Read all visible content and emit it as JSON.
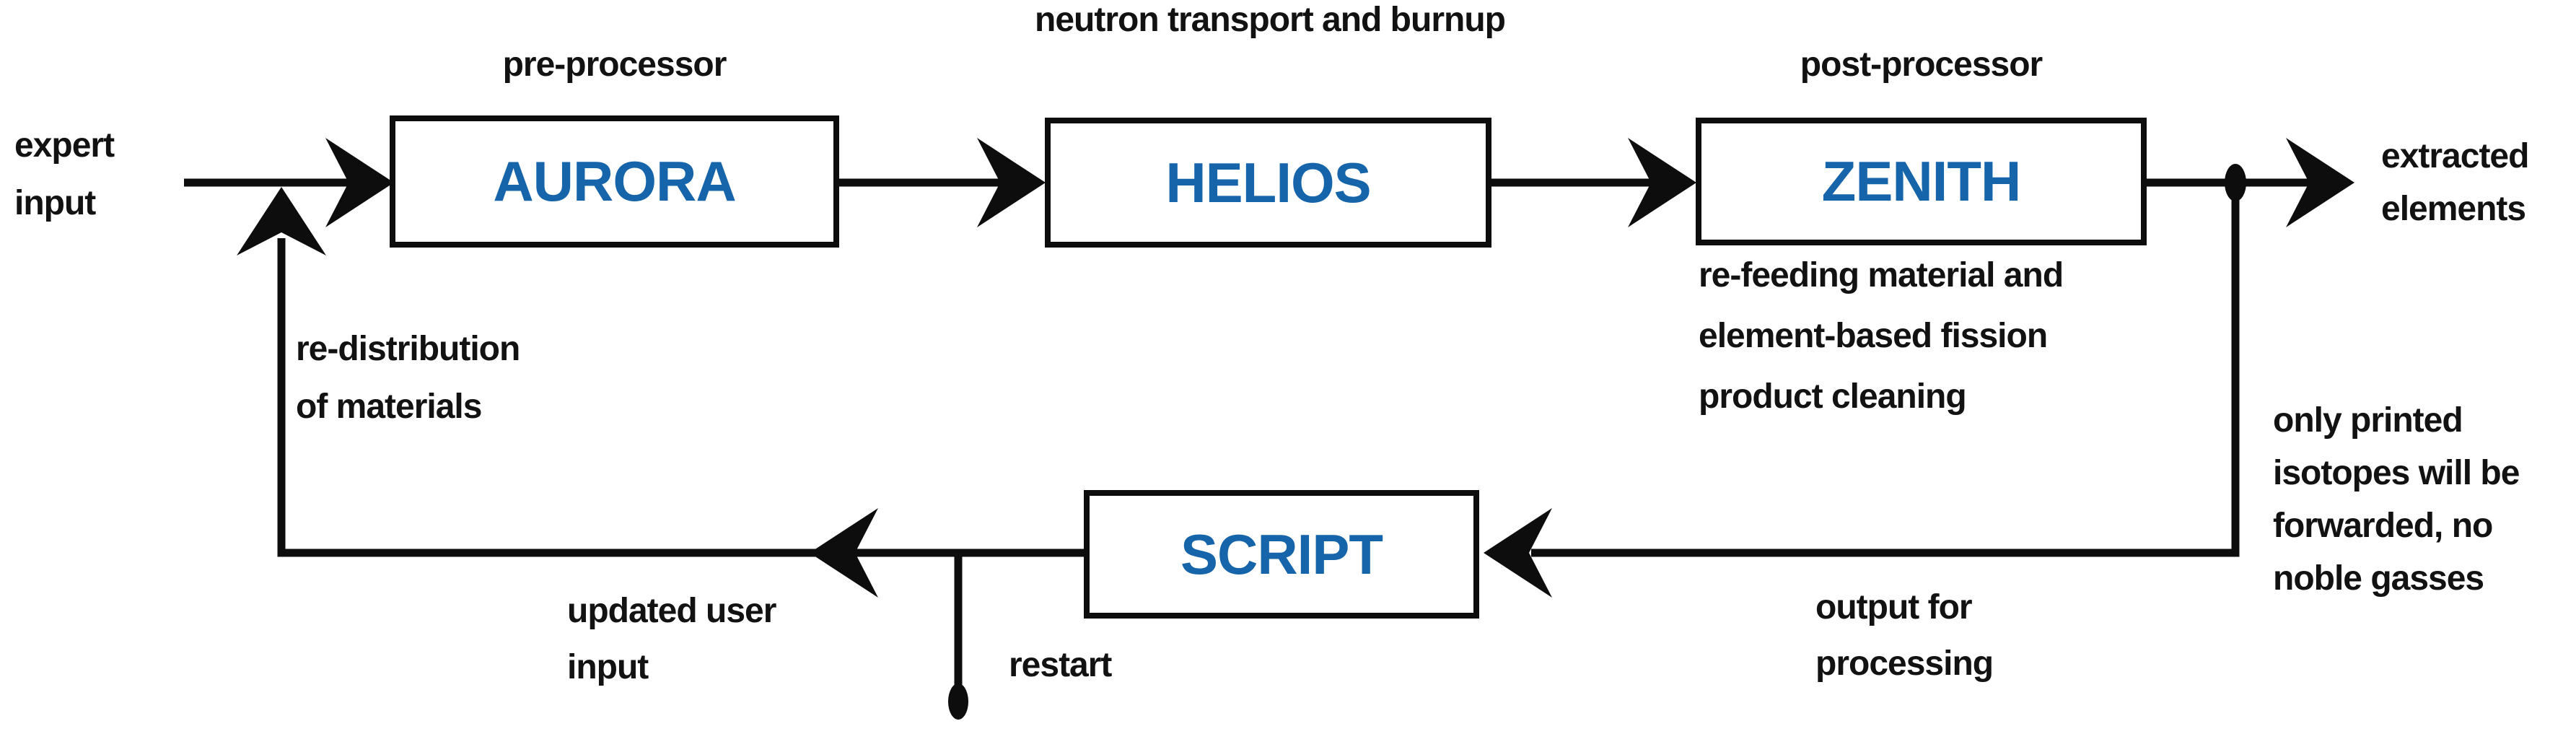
{
  "colors": {
    "accent_blue": "#1664aa",
    "line_black": "#0d0d0d"
  },
  "nodes": {
    "aurora": {
      "label": "AURORA",
      "caption": "pre-processor"
    },
    "helios": {
      "label": "HELIOS",
      "caption": "neutron transport and burnup"
    },
    "zenith": {
      "label": "ZENITH",
      "caption": "post-processor"
    },
    "script": {
      "label": "SCRIPT"
    }
  },
  "annotations": {
    "expert_input": [
      "expert",
      "input"
    ],
    "extracted_elements": [
      "extracted",
      "elements"
    ],
    "zenith_note": [
      "re-feeding material and",
      "element-based fission",
      "product cleaning"
    ],
    "forward_note": [
      "only printed",
      "isotopes will be",
      "forwarded, no",
      "noble gasses"
    ],
    "redistribution": [
      "re-distribution",
      "of materials"
    ],
    "updated_user_input": [
      "updated user",
      "input"
    ],
    "restart": "restart",
    "output_for_processing": [
      "output for",
      "processing"
    ]
  }
}
